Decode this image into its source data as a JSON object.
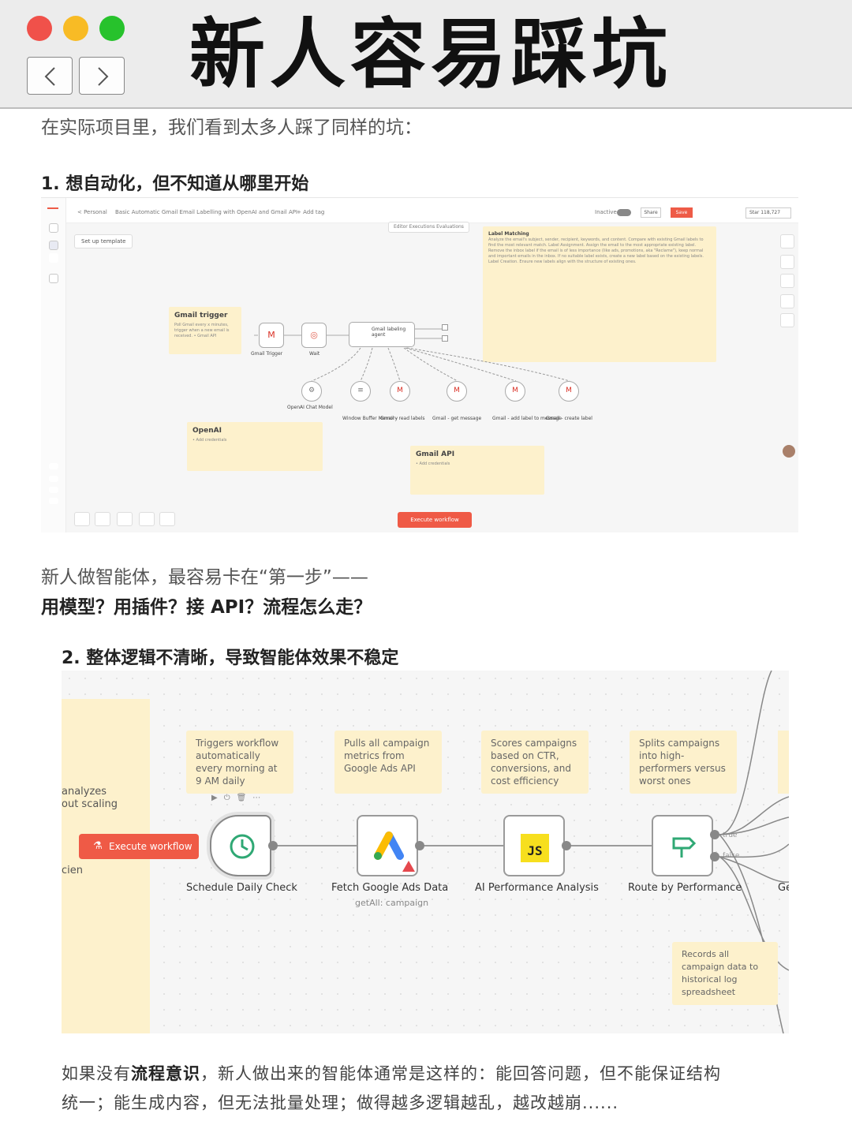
{
  "header": {
    "title": "新人容易踩坑",
    "back_icon": "chevron-left-icon",
    "forward_icon": "chevron-right-icon",
    "window_dots": [
      "#f0514a",
      "#f8bb25",
      "#27c22c"
    ]
  },
  "article": {
    "intro": "在实际项目里，我们看到太多人踩了同样的坑：",
    "point1_heading": "1. 想自动化，但不知道从哪里开始",
    "note_line1": "新人做智能体，最容易卡在“第一步”——",
    "note_line2": "用模型？用插件？接 API？流程怎么走？",
    "point2_heading": "2. 整体逻辑不清晰，导致智能体效果不稳定",
    "conclusion_line1_a": "如果没有",
    "conclusion_line1_bold": "流程意识",
    "conclusion_line1_b": "，新人做出来的智能体通常是这样的：能回答问题，但不能保证结构",
    "conclusion_line2": "统一；能生成内容，但无法批量处理；做得越多逻辑越乱，越改越崩......"
  },
  "screenshot1": {
    "breadcrumb_personal": "< Personal",
    "breadcrumb_title": "Basic Automatic Gmail Email Labelling with OpenAI and Gmail API",
    "add_tag": "+ Add tag",
    "tabs": "Editor   Executions   Evaluations",
    "inactive_label": "Inactive",
    "share_label": "Share",
    "save_label": "Save",
    "star_label": "Star   118,727",
    "setup_template": "Set up template",
    "gmail_trigger_note": {
      "title": "Gmail trigger",
      "body": "Poll Gmail every x minutes, trigger when a new email is received. • Gmail API"
    },
    "openai_note": {
      "title": "OpenAI",
      "body": "• Add credentials"
    },
    "gmail_api_note": {
      "title": "Gmail API",
      "body": "• Add credentials"
    },
    "label_note": {
      "title": "Label Matching",
      "body": "Analyze the email's subject, sender, recipient, keywords, and content. Compare with existing Gmail labels to find the most relevant match. Label Assignment. Assign the email to the most appropriate existing label. Remove the inbox label if the email is of less importance (like ads, promotions, aka \"Reclame\"), keep normal and important emails in the inbox. If no suitable label exists, create a new label based on the existing labels. Label Creation. Ensure new labels align with the structure of existing ones."
    },
    "nodes": {
      "gmail_trigger": "Gmail Trigger",
      "wait": "Wait",
      "agent": "Gmail labeling agent",
      "openai_chat": "OpenAI Chat Model",
      "memory": "Window Buffer Memory",
      "read_labels": "Gmail - read labels",
      "get_message": "Gmail - get message",
      "add_label": "Gmail - add label to message",
      "create_label": "Gmail - create label"
    },
    "execute_label": "Execute workflow"
  },
  "screenshot2": {
    "left_sticky_line1": "analyzes",
    "left_sticky_line2": "out scaling",
    "left_sticky_line3": "cien",
    "execute_label": "Execute workflow",
    "notes": [
      "Triggers workflow automatically every morning at 9 AM daily",
      "Pulls all campaign metrics from Google Ads API",
      "Scores campaigns based on CTR, conversions, and cost efficiency",
      "Splits campaigns into high-performers versus worst ones"
    ],
    "nodes": [
      {
        "label": "Schedule Daily Check",
        "sub": ""
      },
      {
        "label": "Fetch Google Ads Data",
        "sub": "getAll: campaign"
      },
      {
        "label": "AI Performance Analysis",
        "sub": ""
      },
      {
        "label": "Route by Performance",
        "sub": ""
      }
    ],
    "js_badge": "JS",
    "true_label": "true",
    "false_label": "false",
    "records_note": "Records all campaign data to historical log spreadsheet",
    "edge_text": "Ge"
  }
}
